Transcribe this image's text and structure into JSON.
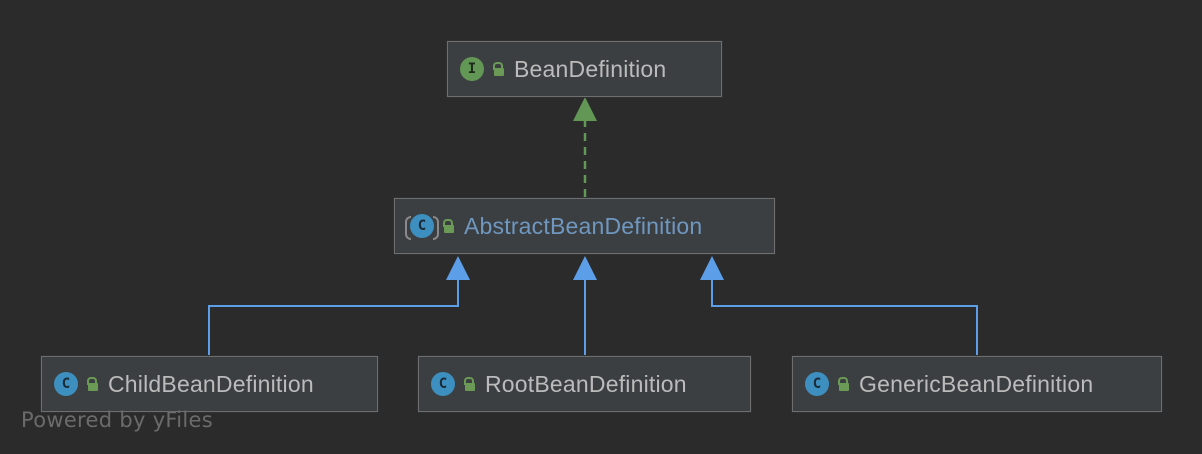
{
  "diagram": {
    "nodes": {
      "bean_definition": {
        "label": "BeanDefinition",
        "kind": "interface",
        "badge_letter": "I",
        "icon": "interface-icon"
      },
      "abstract_bean_definition": {
        "label": "AbstractBeanDefinition",
        "kind": "abstract-class",
        "badge_letter": "C",
        "icon": "abstract-class-icon"
      },
      "child_bean_definition": {
        "label": "ChildBeanDefinition",
        "kind": "class",
        "badge_letter": "C",
        "icon": "class-icon"
      },
      "root_bean_definition": {
        "label": "RootBeanDefinition",
        "kind": "class",
        "badge_letter": "C",
        "icon": "class-icon"
      },
      "generic_bean_definition": {
        "label": "GenericBeanDefinition",
        "kind": "class",
        "badge_letter": "C",
        "icon": "class-icon"
      }
    },
    "edges": [
      {
        "from": "abstract_bean_definition",
        "to": "bean_definition",
        "type": "implements",
        "style": "dashed"
      },
      {
        "from": "child_bean_definition",
        "to": "abstract_bean_definition",
        "type": "extends",
        "style": "solid"
      },
      {
        "from": "root_bean_definition",
        "to": "abstract_bean_definition",
        "type": "extends",
        "style": "solid"
      },
      {
        "from": "generic_bean_definition",
        "to": "abstract_bean_definition",
        "type": "extends",
        "style": "solid"
      }
    ],
    "colors": {
      "background": "#2b2b2b",
      "node_fill": "#3c3f41",
      "node_border": "#6e6e6e",
      "label_text": "#bbbbbb",
      "abstract_label_text": "#6f97c0",
      "implements_edge": "#629755",
      "extends_edge": "#5c9ee8",
      "interface_badge": "#629755",
      "class_badge": "#3d8fbf",
      "lock_icon": "#6a9a56"
    },
    "watermark": "Powered by yFiles"
  }
}
